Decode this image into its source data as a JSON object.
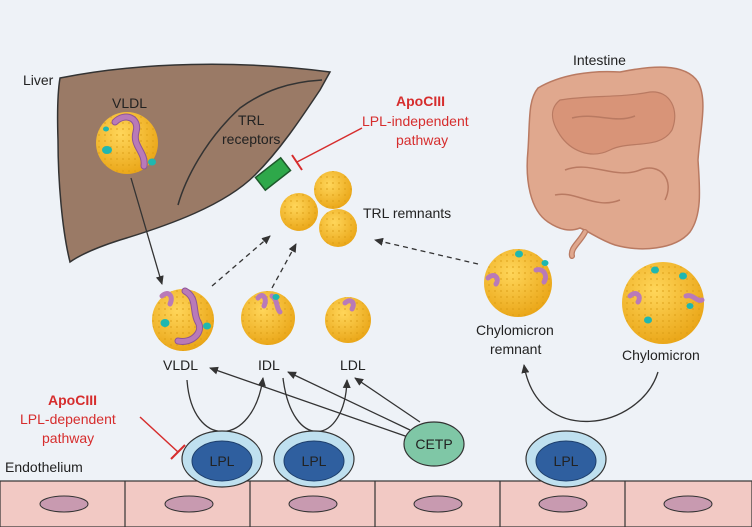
{
  "labels": {
    "liver": "Liver",
    "vldl_in_liver": "VLDL",
    "trl_receptors_line1": "TRL",
    "trl_receptors_line2": "receptors",
    "apociii_top": "ApoCIII",
    "lpl_independent_line1": "LPL-independent",
    "lpl_independent_line2": "pathway",
    "trl_remnants": "TRL remnants",
    "intestine": "Intestine",
    "vldl": "VLDL",
    "idl": "IDL",
    "ldl": "LDL",
    "chylomicron_remnant_line1": "Chylomicron",
    "chylomicron_remnant_line2": "remnant",
    "chylomicron": "Chylomicron",
    "apociii_bottom": "ApoCIII",
    "lpl_dependent_line1": "LPL-dependent",
    "lpl_dependent_line2": "pathway",
    "cetp": "CETP",
    "lpl": "LPL",
    "endothelium": "Endothelium"
  },
  "colors": {
    "background": "#eef2f7",
    "liver": "#9a7a66",
    "particle": "#f3b626",
    "apo_purple": "#b97ab8",
    "apo_teal": "#1fb7b0",
    "receptor": "#2ea84a",
    "lpl_outer": "#bfe0ef",
    "lpl_inner": "#2f5f9f",
    "cetp": "#7fc7a6",
    "endothelium": "#f2c9c4",
    "endo_nucleus": "#c89ab0",
    "accent_red": "#d62d2d"
  }
}
